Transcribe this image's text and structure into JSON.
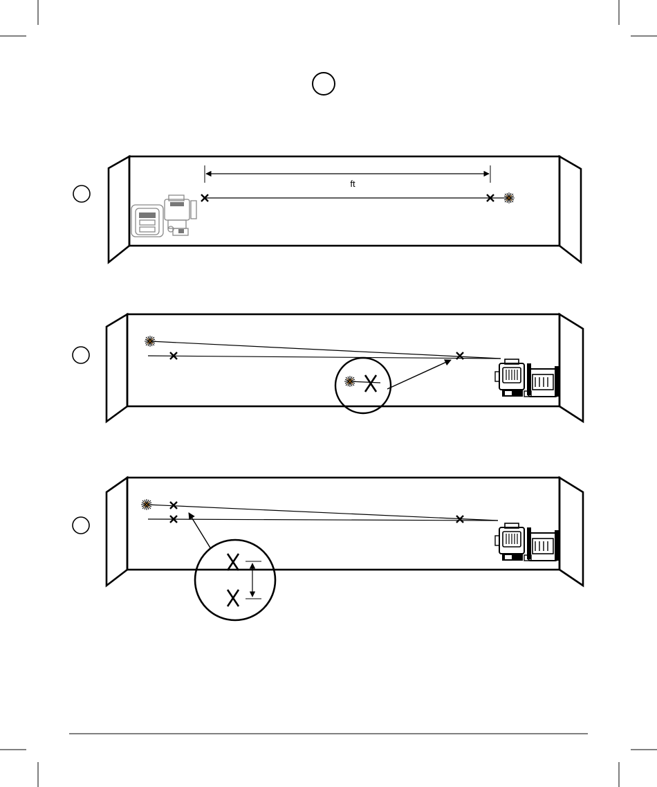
{
  "figure": {
    "panels": [
      {
        "step": "",
        "distance_label": "ft"
      },
      {
        "step": ""
      },
      {
        "step": ""
      }
    ]
  },
  "icons": [
    "circle-badge",
    "laser-level",
    "laser-burst",
    "x-mark",
    "zoom-callout"
  ]
}
